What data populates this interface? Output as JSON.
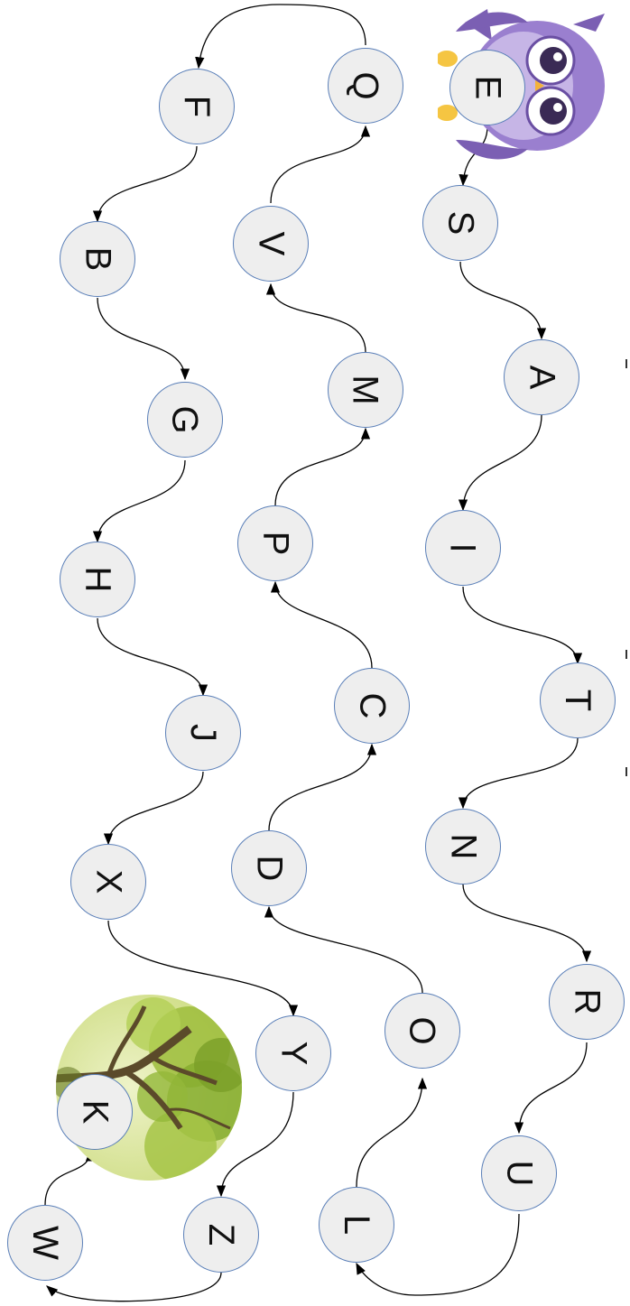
{
  "diagram": {
    "nodes": [
      "E",
      "S",
      "A",
      "I",
      "T",
      "N",
      "R",
      "U",
      "L",
      "O",
      "D",
      "C",
      "P",
      "M",
      "V",
      "Q",
      "F",
      "B",
      "G",
      "H",
      "J",
      "X",
      "Y",
      "Z",
      "W",
      "K"
    ]
  }
}
